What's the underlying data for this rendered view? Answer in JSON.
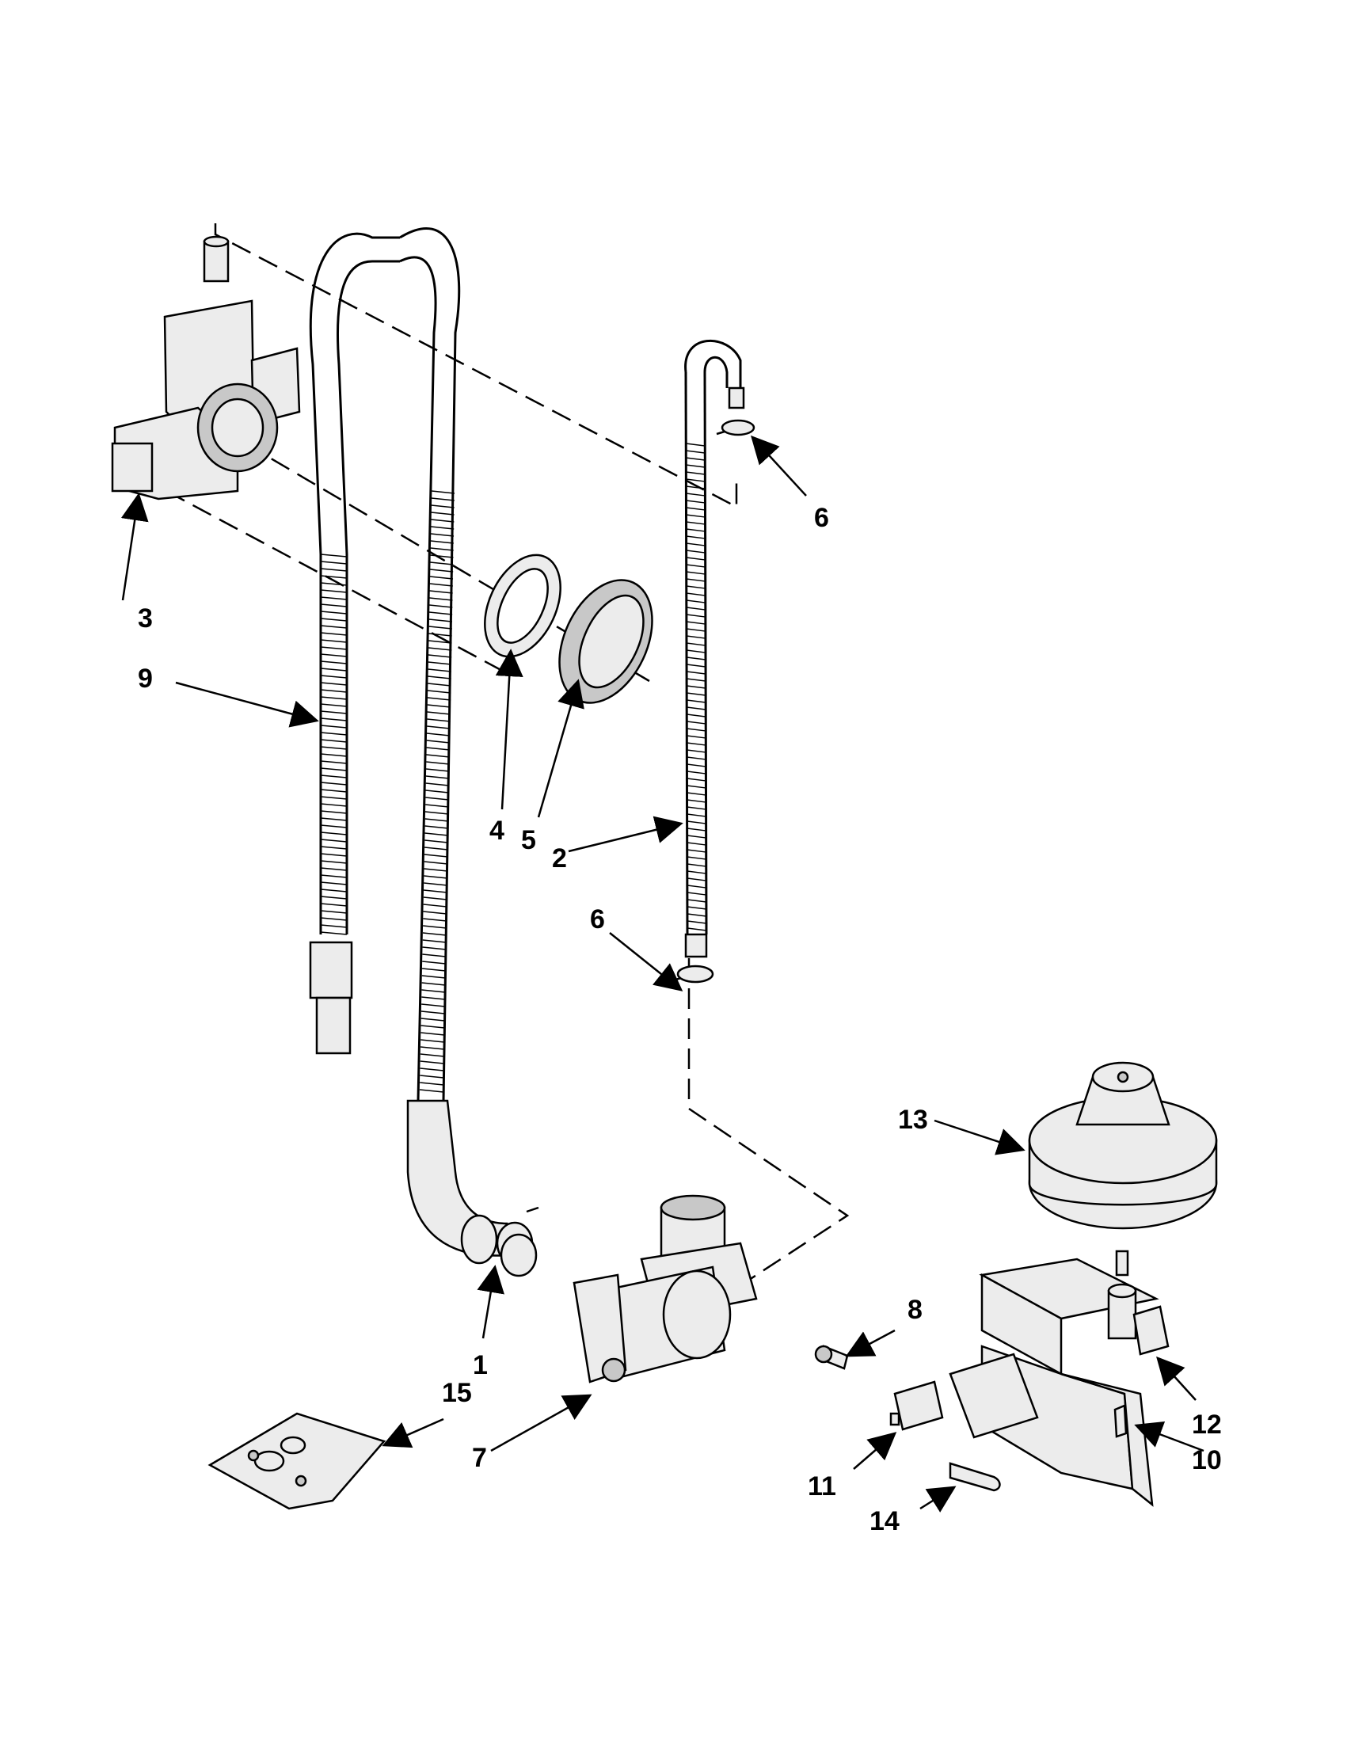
{
  "diagram": {
    "callouts": [
      {
        "id": "c1",
        "text": "1"
      },
      {
        "id": "c2",
        "text": "2"
      },
      {
        "id": "c3",
        "text": "3"
      },
      {
        "id": "c4",
        "text": "4"
      },
      {
        "id": "c5",
        "text": "5"
      },
      {
        "id": "c6a",
        "text": "6"
      },
      {
        "id": "c6b",
        "text": "6"
      },
      {
        "id": "c7",
        "text": "7"
      },
      {
        "id": "c8",
        "text": "8"
      },
      {
        "id": "c9",
        "text": "9"
      },
      {
        "id": "c10",
        "text": "10"
      },
      {
        "id": "c11",
        "text": "11"
      },
      {
        "id": "c12",
        "text": "12"
      },
      {
        "id": "c13",
        "text": "13"
      },
      {
        "id": "c14",
        "text": "14"
      },
      {
        "id": "c15",
        "text": "15"
      }
    ]
  }
}
